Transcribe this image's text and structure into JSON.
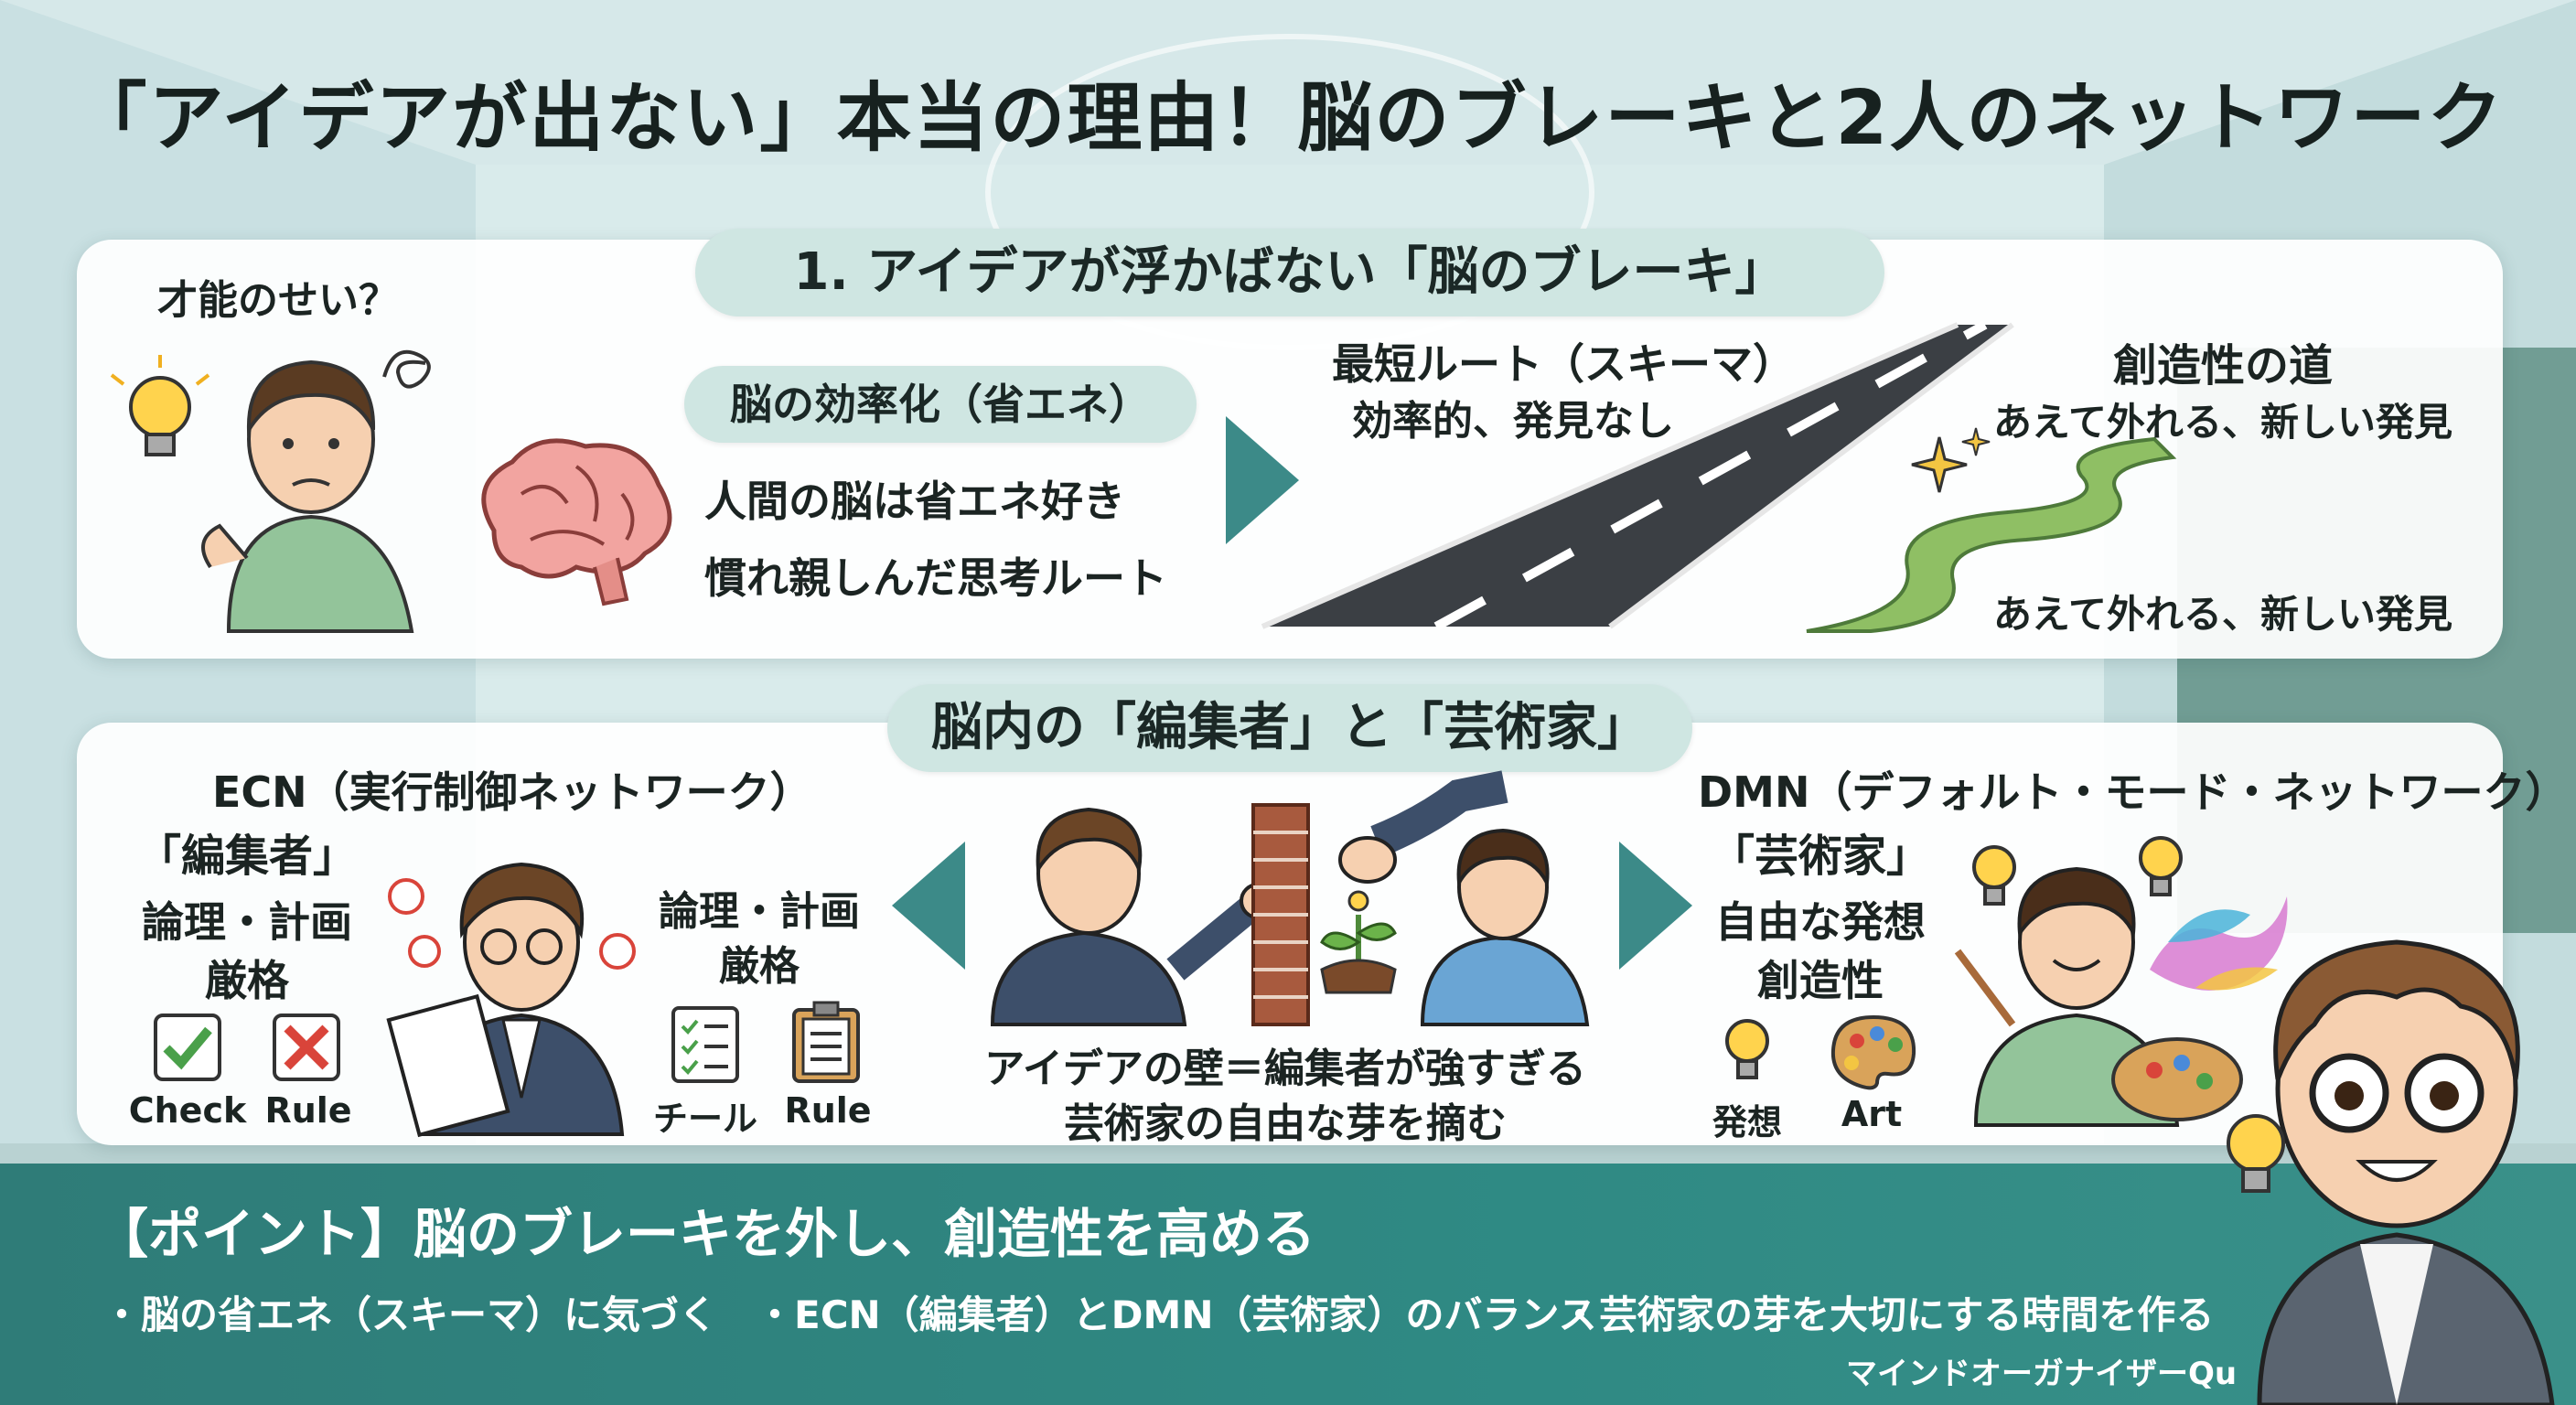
{
  "title": "「アイデアが出ない」本当の理由！脳のブレーキと2人のネットワーク",
  "section1": {
    "heading": "1. アイデアが浮かばない「脳のブレーキ」",
    "talent_question": "才能のせい？",
    "efficiency_pill": "脳の効率化（省エネ）",
    "efficiency_line1": "人間の脳は省エネ好き",
    "efficiency_line2": "慣れ親しんだ思考ルート",
    "shortest_route_title": "最短ルート（スキーマ）",
    "shortest_route_sub": "効率的、発見なし",
    "creative_road_title": "創造性の道",
    "creative_road_sub": "あえて外れる、新しい発見",
    "creative_road_bottom": "あえて外れる、新しい発見"
  },
  "section2": {
    "heading": "脳内の「編集者」と「芸術家」",
    "ecn_title": "ECN（実行制御ネットワーク）",
    "ecn_role": "「編集者」",
    "ecn_traits_1": "論理・計画",
    "ecn_traits_2": "厳格",
    "check_label": "Check",
    "rule_label": "Rule",
    "ecn_traits_b1": "論理・計画",
    "ecn_traits_b2": "厳格",
    "checklist_label": "チール",
    "rule_label2": "Rule",
    "wall_line1": "アイデアの壁＝編集者が強すぎる",
    "wall_line2": "芸術家の自由な芽を摘む",
    "dmn_title": "DMN（デフォルト・モード・ネットワーク）",
    "dmn_role": "「芸術家」",
    "dmn_traits_1": "自由な発想",
    "dmn_traits_2": "創造性",
    "idea_label": "発想",
    "art_label": "Art"
  },
  "point": {
    "heading": "【ポイント】脳のブレーキを外し、創造性を高める",
    "bullet1": "・脳の省エネ（スキーマ）に気づく",
    "bullet2": "・ECN（編集者）とDMN（芸術家）のバランス",
    "bullet3": "・芸術家の芽を大切にする時間を作る",
    "signature": "マインドオーガナイザーQu"
  },
  "icons": [
    "lightbulb-icon",
    "confused-scribble-icon",
    "brain-icon",
    "arrow-right-icon",
    "road-icon",
    "winding-path-icon",
    "sparkle-icon",
    "check-icon",
    "cross-icon",
    "checklist-icon",
    "clipboard-icon",
    "arrow-left-icon",
    "brick-wall-icon",
    "sprout-icon",
    "palette-icon",
    "paint-splash-icon"
  ],
  "colors": {
    "accent": "#2f8a84",
    "pill": "#cfe6e2",
    "road": "#3b3f44",
    "path": "#8fbf64",
    "check": "#4aa04a",
    "cross": "#d9443a"
  }
}
